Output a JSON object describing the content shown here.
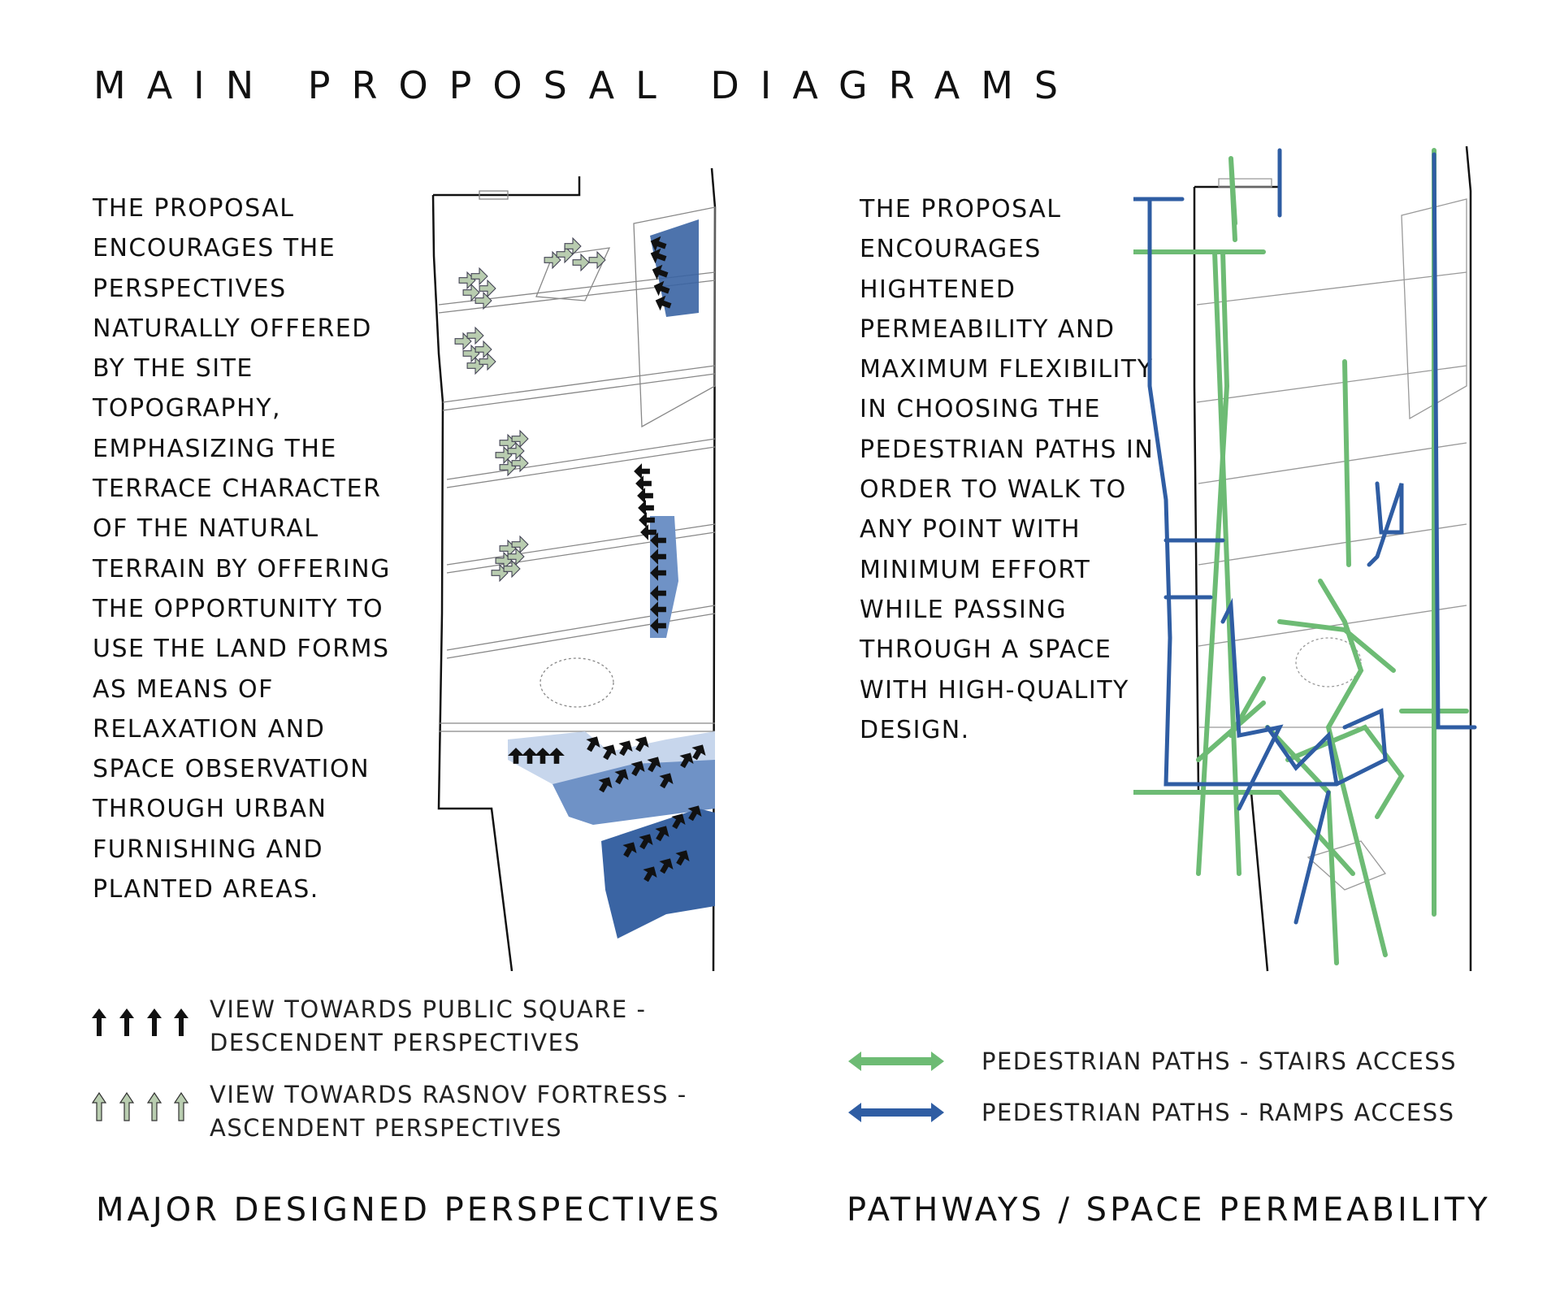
{
  "title": "MAIN PROPOSAL DIAGRAMS",
  "left_panel": {
    "description_lines": [
      "THE PROPOSAL",
      "ENCOURAGES THE",
      "PERSPECTIVES",
      "NATURALLY OFFERED",
      "BY THE SITE",
      "TOPOGRAPHY,",
      "EMPHASIZING THE",
      "TERRACE CHARACTER",
      "OF THE NATURAL",
      "TERRAIN BY OFFERING",
      "THE OPPORTUNITY TO",
      "USE THE LAND FORMS",
      "AS MEANS OF",
      "RELAXATION AND",
      "SPACE OBSERVATION",
      "THROUGH URBAN",
      "FURNISHING AND",
      "PLANTED AREAS."
    ],
    "legend": [
      {
        "icon": "black-arrow-up-icon",
        "line1": "VIEW TOWARDS PUBLIC SQUARE -",
        "line2": "DESCENDENT PERSPECTIVES",
        "color": "#111111"
      },
      {
        "icon": "green-arrow-up-icon",
        "line1": "VIEW TOWARDS RASNOV FORTRESS -",
        "line2": "ASCENDENT PERSPECTIVES",
        "color": "#b9cdb0"
      }
    ],
    "subtitle": "MAJOR DESIGNED PERSPECTIVES"
  },
  "right_panel": {
    "description_lines": [
      "THE PROPOSAL",
      "ENCOURAGES",
      "HIGHTENED",
      "PERMEABILITY AND",
      "MAXIMUM FLEXIBILITY",
      "IN CHOOSING THE",
      "PEDESTRIAN PATHS IN",
      "ORDER TO WALK TO",
      "ANY POINT WITH",
      "MINIMUM EFFORT",
      "WHILE PASSING",
      "THROUGH A SPACE",
      "WITH HIGH-QUALITY",
      "DESIGN."
    ],
    "legend": [
      {
        "icon": "green-double-arrow-icon",
        "label": "PEDESTRIAN PATHS - STAIRS ACCESS",
        "color": "#6dbb74"
      },
      {
        "icon": "blue-double-arrow-icon",
        "label": "PEDESTRIAN PATHS - RAMPS ACCESS",
        "color": "#2f5da3"
      }
    ],
    "subtitle": "PATHWAYS / SPACE PERMEABILITY"
  },
  "colors": {
    "blue_dark": "#3a64a3",
    "blue_mid": "#6f92c6",
    "blue_light": "#c7d6ec",
    "green": "#6dbb74",
    "ramp_blue": "#2f5da3",
    "green_arrow": "#b9cdb0"
  }
}
